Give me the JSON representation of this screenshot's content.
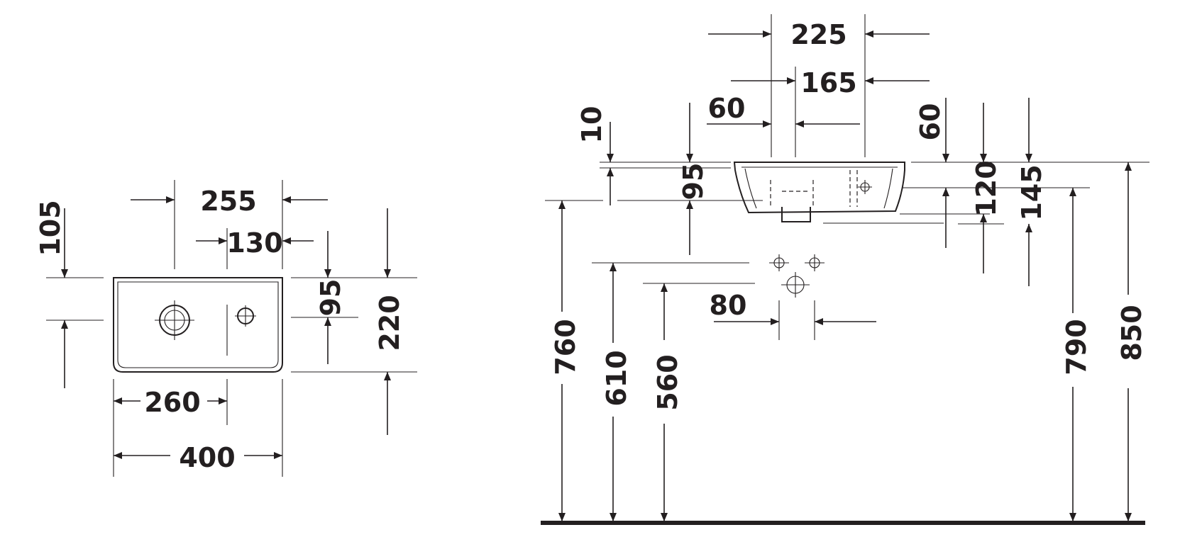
{
  "top_view": {
    "d_255": "255",
    "d_130": "130",
    "d_105": "105",
    "d_95": "95",
    "d_220": "220",
    "d_260": "260",
    "d_400": "400"
  },
  "side_view": {
    "d_225": "225",
    "d_165": "165",
    "d_60_top": "60",
    "d_10": "10",
    "d_95": "95",
    "d_60_right": "60",
    "d_120": "120",
    "d_145": "145",
    "d_80": "80",
    "d_760": "760",
    "d_610": "610",
    "d_560": "560",
    "d_790": "790",
    "d_850": "850"
  }
}
